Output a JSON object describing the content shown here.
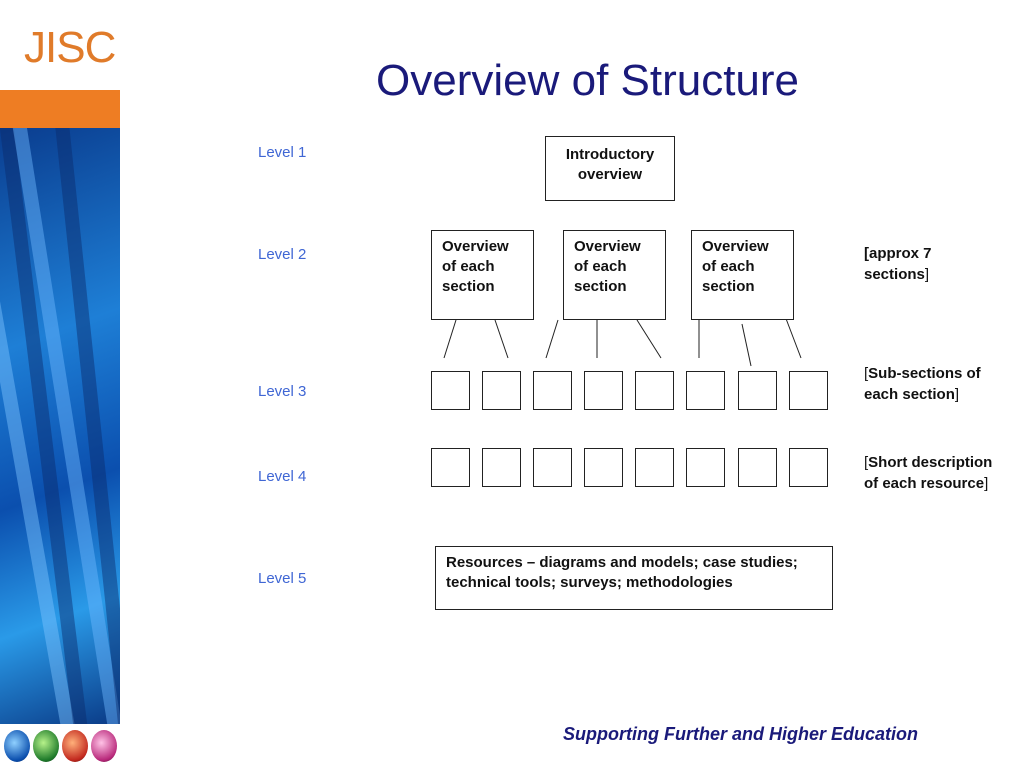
{
  "logo": {
    "text": "JISC"
  },
  "title": "Overview of Structure",
  "levels": [
    "Level 1",
    "Level 2",
    "Level 3",
    "Level 4",
    "Level 5"
  ],
  "intro_box": {
    "line1": "Introductory",
    "line2": "overview"
  },
  "section_boxes": [
    {
      "line1": "Overview",
      "line2": "of each",
      "line3": "section"
    },
    {
      "line1": "Overview",
      "line2": "of each",
      "line3": "section"
    },
    {
      "line1": "Overview",
      "line2": "of each",
      "line3": "section"
    }
  ],
  "resources_box": {
    "text": "Resources – diagrams and models; case studies; technical tools; surveys; methodologies"
  },
  "notes": {
    "level2": {
      "open": "",
      "bold": "[approx 7 sections",
      "close": "]"
    },
    "level3": {
      "open": "[",
      "bold": "Sub-sections of each section",
      "close": "]"
    },
    "level4": {
      "open": "[",
      "bold": "Short description of each resource",
      "close": "]"
    }
  },
  "footer": "Supporting Further and Higher Education",
  "colors": {
    "title": "#1a1a7a",
    "level_label": "#3f66d4",
    "orange": "#ee7d23",
    "logo": "#e07b2a"
  }
}
